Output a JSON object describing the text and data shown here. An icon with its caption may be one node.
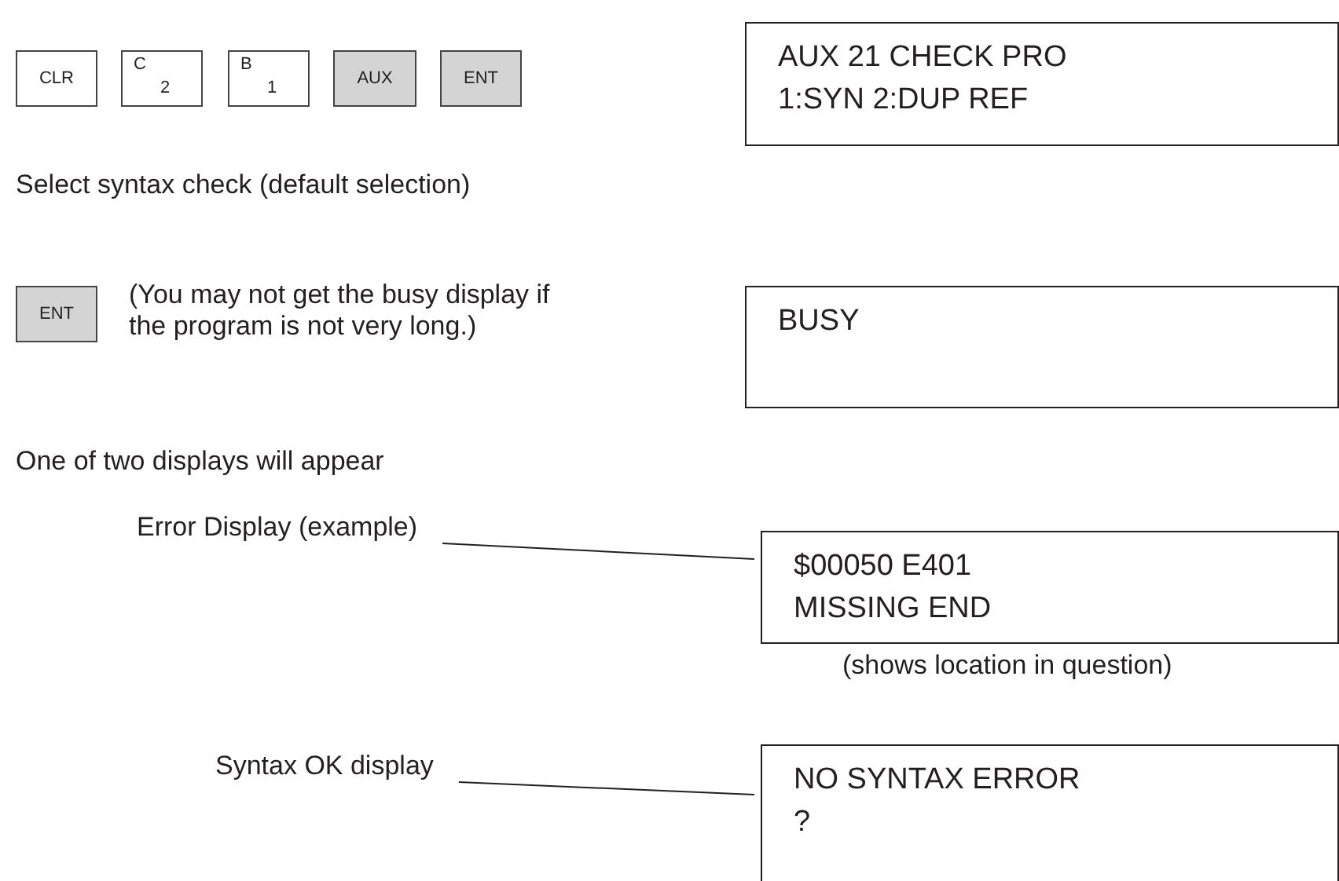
{
  "diagram": {
    "nodes": [
      {
        "text": [
          "CLR"
        ]
      },
      {
        "text": [
          "C",
          "2"
        ]
      },
      {
        "text": [
          "B",
          "1"
        ]
      },
      {
        "text": [
          "AUX"
        ]
      },
      {
        "text": [
          "ENT"
        ]
      },
      {
        "text": [
          "AUX 21 CHECK PRO",
          "1:SYN 2:DUP REF"
        ]
      },
      {
        "text": [
          "ENT"
        ]
      },
      {
        "text": [
          "BUSY"
        ]
      },
      {
        "text": [
          "Error Display (example)"
        ]
      },
      {
        "text": [
          "$00050 E401",
          "MISSING END"
        ],
        "beside": [
          "(shows location in question)"
        ]
      },
      {
        "text": [
          "Syntax OK display"
        ]
      },
      {
        "text": [
          "NO SYNTAX ERROR",
          "?"
        ]
      }
    ],
    "edges": [
      {
        "from": 8,
        "to": 9,
        "arrow": "none"
      },
      {
        "from": 10,
        "to": 11,
        "arrow": "none"
      }
    ],
    "labels": [
      "Select syntax check (default selection)",
      "(You may not get the busy display if the program is not very long.)",
      "One of two displays will appear"
    ]
  }
}
